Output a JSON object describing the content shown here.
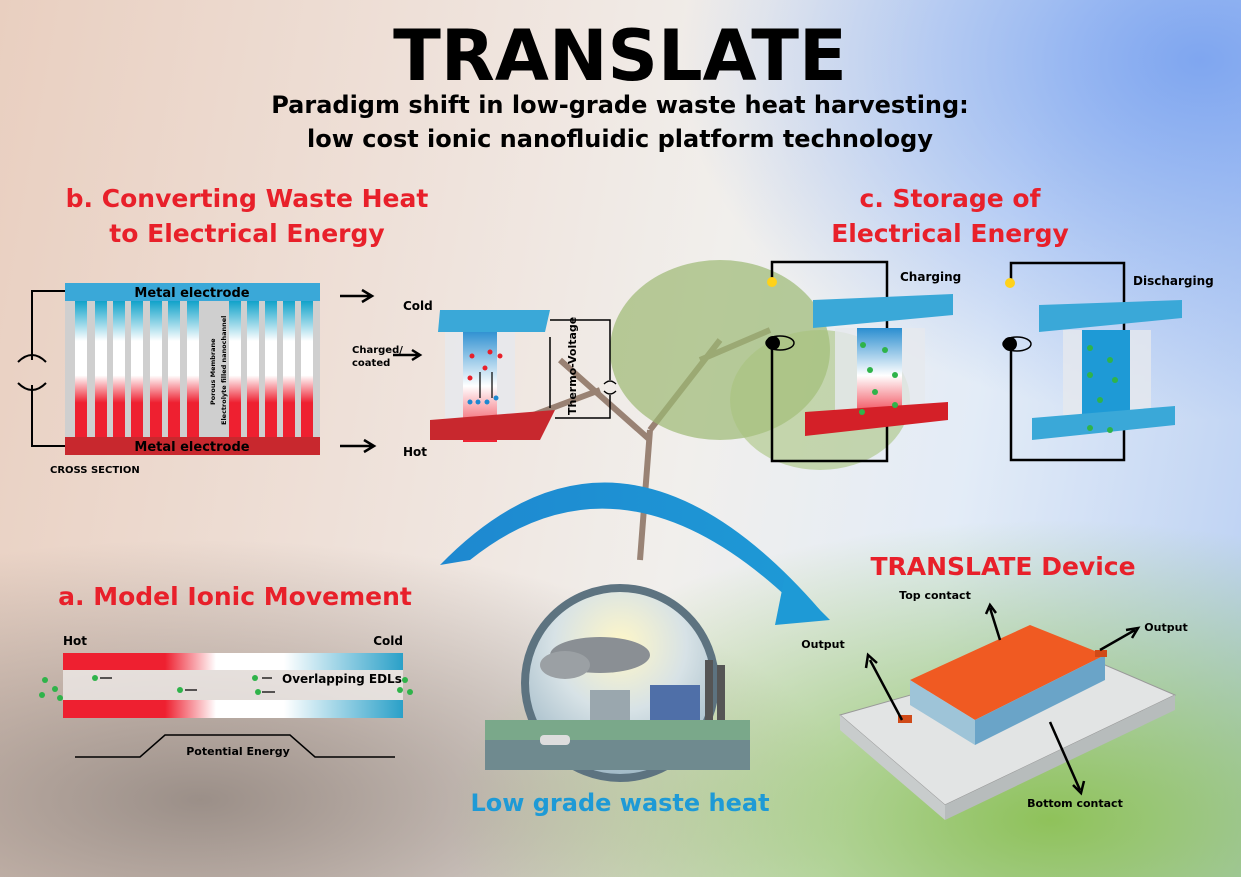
{
  "header": {
    "title": "TRANSLATE",
    "subtitle_line1": "Paradigm shift in low-grade waste heat harvesting:",
    "subtitle_line2": "low cost ionic nanofluidic platform technology"
  },
  "section_b": {
    "heading_line1": "b. Converting Waste Heat",
    "heading_line2": "to Electrical Energy",
    "top_electrode": "Metal electrode",
    "bottom_electrode": "Metal electrode",
    "membrane_label": "Porous Membrane",
    "channel_label": "Electrolyte filled nanochannel",
    "cross_section": "CROSS SECTION",
    "cold": "Cold",
    "hot": "Hot",
    "charged_line1": "Charged/",
    "charged_line2": "coated",
    "thermo_voltage": "Thermo-Voltage"
  },
  "section_c": {
    "heading_line1": "c. Storage of",
    "heading_line2": "Electrical Energy",
    "charging": "Charging",
    "discharging": "Discharging"
  },
  "section_a": {
    "heading": "a. Model Ionic Movement",
    "hot": "Hot",
    "cold": "Cold",
    "edl_label": "Overlapping EDLs",
    "potential": "Potential Energy"
  },
  "center": {
    "caption": "Low grade waste heat"
  },
  "device": {
    "heading": "TRANSLATE Device",
    "top_contact": "Top contact",
    "output_left": "Output",
    "output_right": "Output",
    "bottom_contact": "Bottom contact"
  },
  "colors": {
    "heading_red": "#e8202a",
    "accent_blue": "#1e9ad6",
    "electrode_blue": "#3aa8d8",
    "electrode_red": "#c8282e",
    "device_orange": "#f05a22"
  }
}
